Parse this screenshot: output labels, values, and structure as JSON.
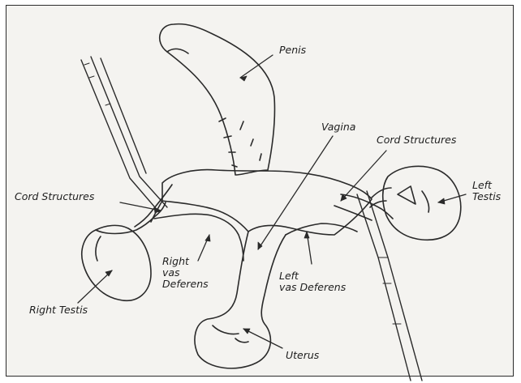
{
  "labels": {
    "penis": "Penis",
    "vagina": "Vagina",
    "cord_structures_right": "Cord Structures",
    "cord_structures_left": "Cord Structures",
    "left_testis_line1": "Left",
    "left_testis_line2": "Testis",
    "right_testis": "Right Testis",
    "right_vas_line1": "Right",
    "right_vas_line2": "vas",
    "right_vas_line3": "Deferens",
    "left_vas_line1": "Left",
    "left_vas_line2": "vas Deferens",
    "uterus": "Uterus"
  },
  "colors": {
    "ink": "#2a2a2a",
    "paper": "#f4f3f0",
    "frame": "#2b2b2b"
  }
}
